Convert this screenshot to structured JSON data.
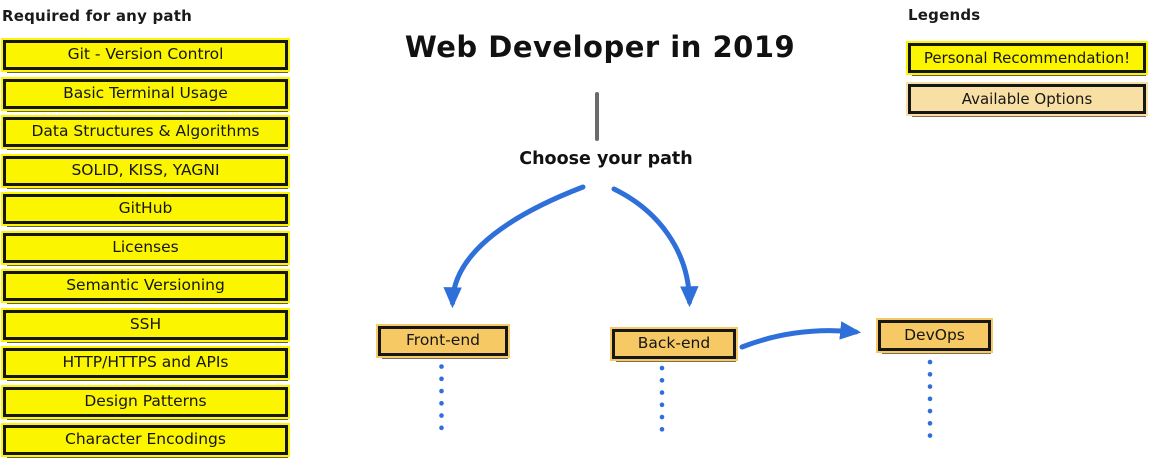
{
  "required": {
    "title": "Required for any path",
    "items": [
      "Git - Version Control",
      "Basic Terminal Usage",
      "Data Structures & Algorithms",
      "SOLID, KISS, YAGNI",
      "GitHub",
      "Licenses",
      "Semantic Versioning",
      "SSH",
      "HTTP/HTTPS and APIs",
      "Design Patterns",
      "Character Encodings"
    ]
  },
  "center": {
    "title": "Web Developer in 2019",
    "choose_label": "Choose your path",
    "paths": [
      "Front-end",
      "Back-end",
      "DevOps"
    ]
  },
  "legends": {
    "title": "Legends",
    "personal_recommendation": "Personal Recommendation!",
    "available_options": "Available Options"
  },
  "colors": {
    "recommendation_yellow": "#fbf500",
    "path_box_tan": "#f6c964",
    "available_option_tan": "#f8dfa4",
    "arrow_blue": "#2e6fd9",
    "divider_gray": "#6b6b6b",
    "border_black": "#161616"
  }
}
